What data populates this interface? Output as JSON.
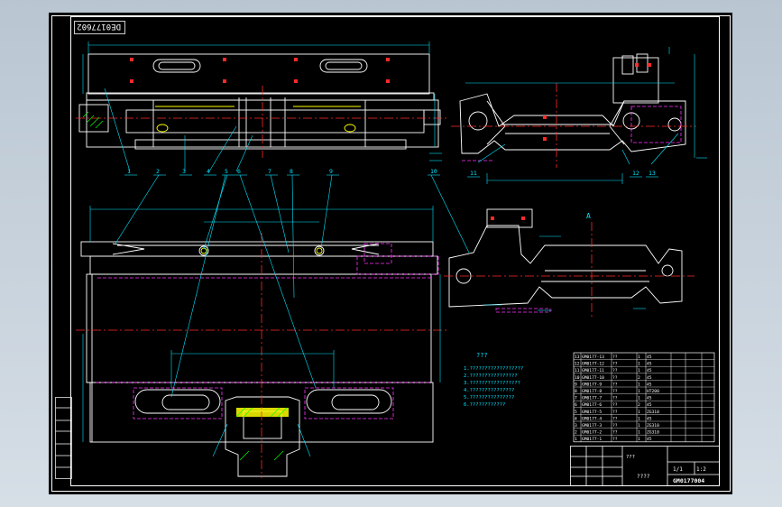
{
  "drawing": {
    "stamp_text": "DE0177602",
    "drawing_number": "GM0177004",
    "balloons": [
      "1",
      "2",
      "3",
      "4",
      "5",
      "6",
      "7",
      "8",
      "9",
      "10",
      "11",
      "12",
      "13"
    ],
    "section_label": "A",
    "tech_requirements": {
      "title": "???",
      "lines": [
        "1.??????????????????",
        "2.????????????????",
        "3.?????????????????",
        "4.???????????????",
        "5.???????????????",
        "6.????????????"
      ]
    }
  },
  "bom": {
    "rows": [
      [
        "13",
        "GM0177-13",
        "??",
        "1",
        "45",
        "",
        ""
      ],
      [
        "12",
        "GM0177-12",
        "??",
        "1",
        "45",
        "",
        ""
      ],
      [
        "11",
        "GM0177-11",
        "??",
        "1",
        "45",
        "",
        ""
      ],
      [
        "10",
        "GM0177-10",
        "??",
        "2",
        "45",
        "",
        ""
      ],
      [
        "9",
        "GM0177-9",
        "??",
        "1",
        "45",
        "",
        ""
      ],
      [
        "8",
        "GM0177-8",
        "??",
        "1",
        "HT200",
        "",
        ""
      ],
      [
        "7",
        "GM0177-7",
        "??",
        "1",
        "45",
        "",
        ""
      ],
      [
        "6",
        "GM0177-6",
        "??",
        "2",
        "45",
        "",
        ""
      ],
      [
        "5",
        "GM0177-5",
        "??",
        "1",
        "ZG310",
        "",
        ""
      ],
      [
        "4",
        "GM0177-4",
        "??",
        "1",
        "45",
        "",
        ""
      ],
      [
        "3",
        "GM0177-3",
        "??",
        "1",
        "ZG310",
        "",
        ""
      ],
      [
        "2",
        "GM0177-2",
        "??",
        "1",
        "ZG310",
        "",
        ""
      ],
      [
        "1",
        "GM0177-1",
        "??",
        "1",
        "45",
        "",
        ""
      ]
    ]
  },
  "title_block": {
    "title": "????",
    "scale": "1:2",
    "code": "GM0177004",
    "designer_row": "???",
    "sheet": "1/1"
  },
  "colors": {
    "background": "#000000",
    "frame": "#ffffff",
    "outline": "#ffffff",
    "centerline": "#ff2a2a",
    "dimension": "#00e5ff",
    "leader": "#00e5ff",
    "hatch": "#00ff00",
    "hidden": "#ff33ff",
    "part_yellow": "#ffff00",
    "note_text": "#00e5ff"
  }
}
